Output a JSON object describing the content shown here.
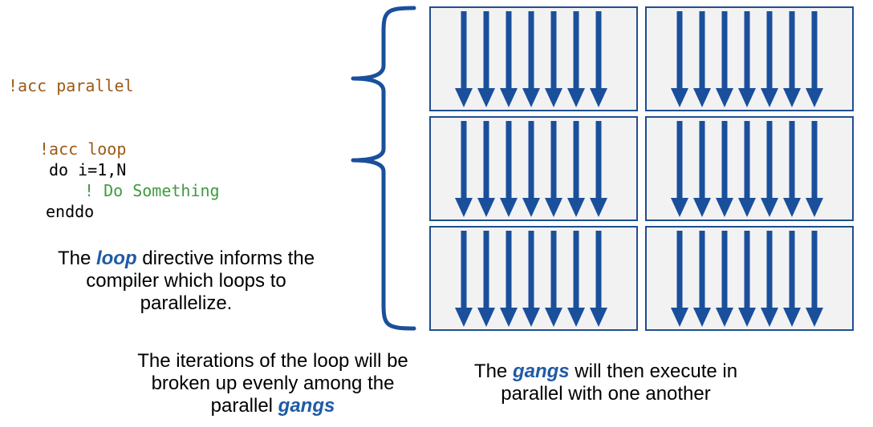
{
  "code": {
    "parallel_directive": "!acc parallel",
    "loop_directive": "!acc loop",
    "do_line": "do i=1,N",
    "comment_line": "! Do Something",
    "enddo_line": "enddo"
  },
  "captions": {
    "loop": {
      "before": "The ",
      "emph": "loop",
      "after": " directive informs the compiler which loops to parallelize."
    },
    "iterations": {
      "before": "The iterations of the loop will be broken up evenly among the parallel ",
      "emph": "gangs",
      "after": ""
    },
    "gangs": {
      "before": "The ",
      "emph": "gangs",
      "after": " will then execute in parallel with one another"
    }
  },
  "diagram": {
    "gang_rows": 3,
    "gang_cols": 2,
    "arrows_per_gang": 7,
    "colors": {
      "arrow": "#1a4f9c",
      "border": "#1f4e8f",
      "fill": "#f2f2f2",
      "brace": "#1a4f9c"
    }
  }
}
